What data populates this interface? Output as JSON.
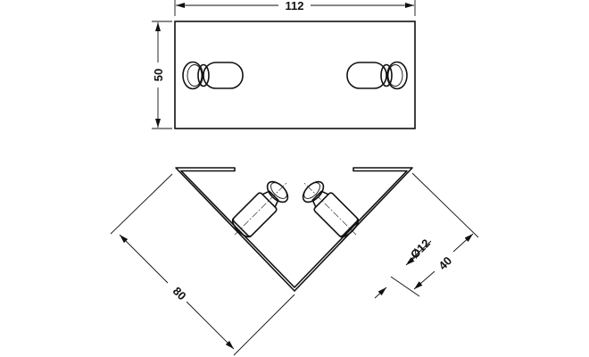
{
  "drawing": {
    "top_view": {
      "width_dimension": "112",
      "height_dimension": "50"
    },
    "bottom_view": {
      "leg_dimension": "80",
      "knob_offset_dimension": "40",
      "knob_diameter_dimension": "Ø12"
    },
    "line_color": "#111111",
    "background_color": "#ffffff"
  }
}
